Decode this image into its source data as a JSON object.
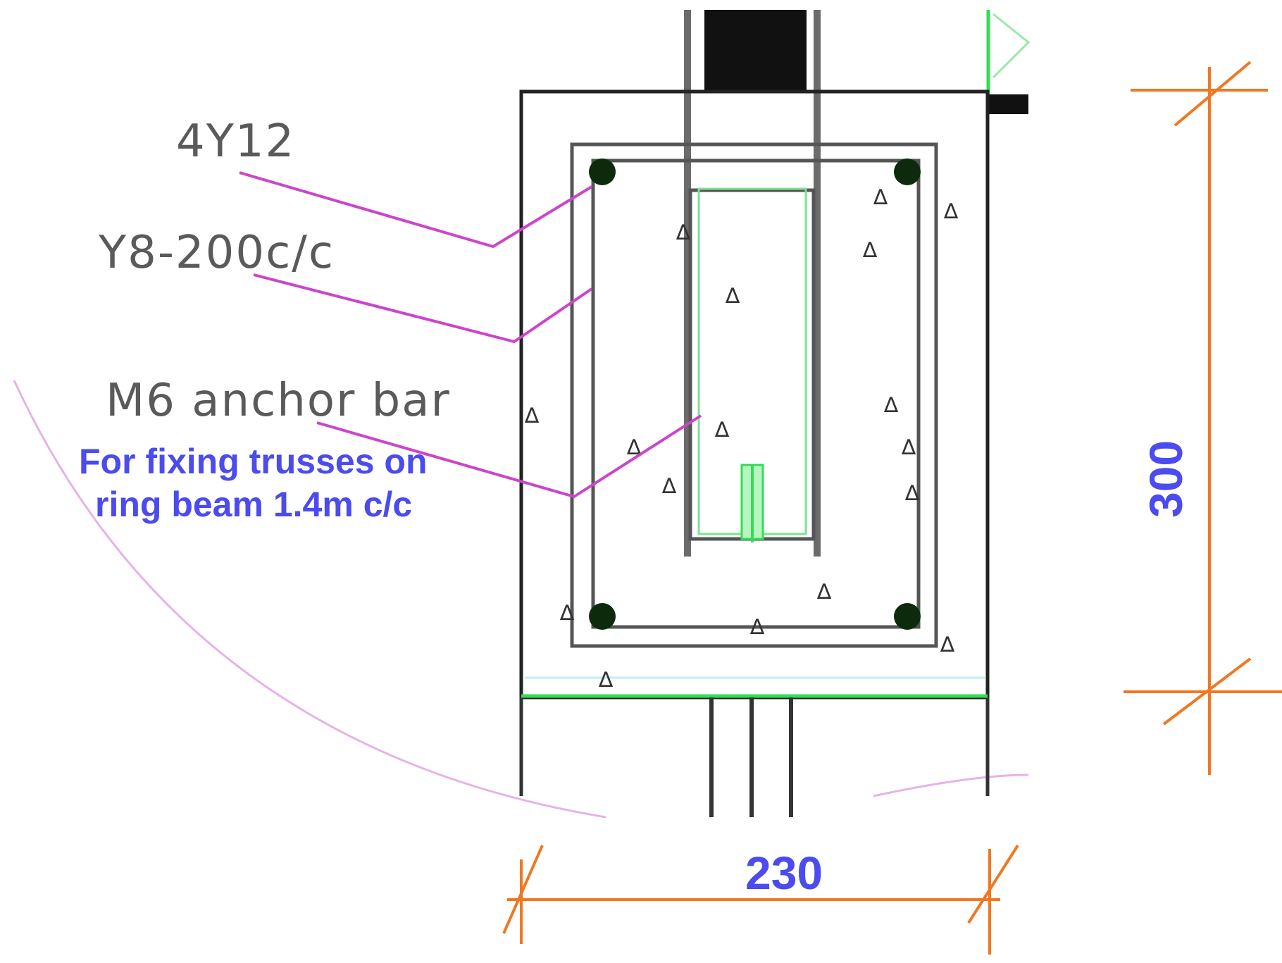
{
  "labels": {
    "main_bars": "4Y12",
    "stirrups": "Y8-200c/c",
    "anchor": "M6 anchor bar",
    "note_line1": "For fixing trusses on",
    "note_line2": "ring beam 1.4m c/c"
  },
  "dimensions": {
    "width": "230",
    "height": "300"
  },
  "colors": {
    "dimension": "#f07820",
    "leader": "#cc44cc",
    "note_text": "#4b4bf0",
    "outline": "#222222",
    "green_line": "#33dd55",
    "rebar": "#0d2a0d"
  }
}
